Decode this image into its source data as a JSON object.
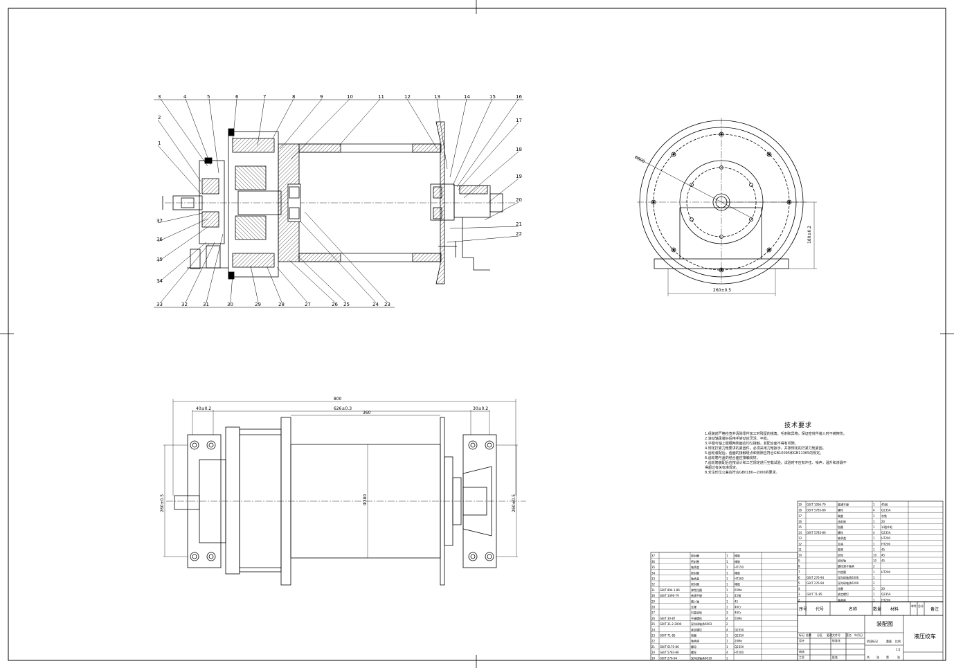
{
  "tech_requirements": {
    "title": "技术要求",
    "lines": [
      "1.组装前严格检查并清除零件加工时残留的锐角、毛刺和异物。保证密封件装入时不被擦伤。",
      "2.滚动轴承装好后用手转动应灵活、平稳。",
      "3.平键与轴上键槽两侧面应均匀接触，其配合面不得有间隙。",
      "4.规定拧紧力矩要求的紧固件，必须采用力矩扳手，并按规定的拧紧力矩紧固。",
      "5.齿轮装配后，齿面的接触斑点和侧隙应符合GB10095和GB11365的规定。",
      "6.齿轮箱与盖的结合面应接触良好。",
      "7.齿轮箱装配后应按设计和工艺规定进行空载试验。试验时不应有冲击、噪声，温升和渗漏不",
      "得超过有关标准规定。",
      "8.未注形位公差应符合GB0180—2000的要求。"
    ]
  },
  "balloons_top": [
    "3",
    "4",
    "5",
    "6",
    "7",
    "8",
    "9",
    "10",
    "11",
    "12",
    "13",
    "14",
    "15",
    "16"
  ],
  "balloons_right": [
    "17",
    "18",
    "19",
    "20",
    "21",
    "22"
  ],
  "balloons_left": [
    "2",
    "1",
    "37",
    "36",
    "35",
    "34"
  ],
  "balloons_bottom": [
    "33",
    "32",
    "31",
    "30",
    "29",
    "28",
    "27",
    "26",
    "25",
    "24",
    "23"
  ],
  "dimensions": {
    "front_phi": "Φ600",
    "front_height": "180±0.2",
    "front_width": "260±0.5",
    "top_total": "800",
    "top_left": "40±0.2",
    "top_mid": "626±0.3",
    "top_drum": "360",
    "top_right": "30±0.2",
    "top_left_height": "260±0.5",
    "top_right_height": "260±0.5",
    "drum_dia": "Φ380"
  },
  "title_block": {
    "drawing_name": "装配图",
    "product_name": "液压绞车",
    "header": [
      "序号",
      "代号",
      "名称",
      "数量",
      "材料",
      "单件",
      "总计",
      "备注"
    ],
    "weight_label": "重量",
    "scale_label": "比例",
    "scale_value": "1:5",
    "labels": [
      "标记",
      "处数",
      "分区",
      "更改文件号",
      "签名",
      "年月日",
      "设计",
      "标准化",
      "阶段标记",
      "审核",
      "工艺",
      "批准",
      "共",
      "张",
      "第",
      "张"
    ]
  },
  "bom_right": [
    [
      "19",
      "GB/T 1096-79",
      "普通平键",
      "1",
      "45钢",
      ""
    ],
    [
      "18",
      "GB/T 5783-86",
      "螺栓",
      "4",
      "Q235A",
      ""
    ],
    [
      "17",
      "",
      "端盖",
      "1",
      "灰铁",
      ""
    ],
    [
      "16",
      "",
      "油封座",
      "1",
      "20",
      ""
    ],
    [
      "15",
      "",
      "毡圈",
      "1",
      "半粗羊毛",
      ""
    ],
    [
      "14",
      "GB/T 5783-86",
      "螺栓",
      "4",
      "Q235A",
      ""
    ],
    [
      "13",
      "",
      "轴承盖",
      "1",
      "HT200",
      ""
    ],
    [
      "12",
      "",
      "支座",
      "1",
      "HT200",
      ""
    ],
    [
      "11",
      "",
      "卷筒",
      "1",
      "45",
      ""
    ],
    [
      "10",
      "",
      "齿轮",
      "10",
      "45",
      ""
    ],
    [
      "9",
      "",
      "齿轮轴",
      "10",
      "45",
      ""
    ],
    [
      "8",
      "",
      "圆柱滚子轴承",
      "2",
      "",
      ""
    ],
    [
      "7",
      "",
      "内齿圈",
      "1",
      "HT200",
      ""
    ],
    [
      "6",
      "GB/T 276-94",
      "深沟球轴承6306",
      "1",
      "",
      ""
    ],
    [
      "5",
      "GB/T 276-94",
      "深沟球轴承6209",
      "2",
      "",
      ""
    ],
    [
      "4",
      "",
      "油塞",
      "1",
      "20",
      ""
    ],
    [
      "3",
      "GB/T 71-85",
      "紧定螺钉",
      "1",
      "Q235A",
      ""
    ],
    [
      "2",
      "",
      "轴承座",
      "1",
      "HT200",
      ""
    ]
  ],
  "bom_left": [
    [
      "37",
      "",
      "密封圈",
      "1",
      "橡胶",
      ""
    ],
    [
      "36",
      "",
      "密封圈",
      "1",
      "橡胶",
      ""
    ],
    [
      "35",
      "",
      "轴承盖",
      "1",
      "HT150",
      ""
    ],
    [
      "34",
      "",
      "密封圈",
      "1",
      "橡胶",
      ""
    ],
    [
      "33",
      "",
      "轴承盖",
      "1",
      "HT200",
      ""
    ],
    [
      "32",
      "",
      "密封圈",
      "1",
      "橡胶",
      ""
    ],
    [
      "31",
      "GB/T 894.1-86",
      "弹性挡圈",
      "1",
      "65Mn",
      ""
    ],
    [
      "30",
      "GB/T 1096-79",
      "普通平键",
      "1",
      "45钢",
      ""
    ],
    [
      "29",
      "",
      "输入轴",
      "1",
      "45",
      ""
    ],
    [
      "28",
      "",
      "支撑",
      "1",
      "40Cr",
      ""
    ],
    [
      "27",
      "",
      "行星齿轮",
      "3",
      "40Cr",
      ""
    ],
    [
      "26",
      "GB/T 30-87",
      "平键螺栓",
      "4",
      "65Mn",
      ""
    ],
    [
      "25",
      "GB/T 31.2-2000",
      "深沟球轴承6003",
      "2",
      "",
      ""
    ],
    [
      "24",
      "",
      "紧定螺钉",
      "4",
      "Q235A",
      ""
    ],
    [
      "23",
      "GB/T 71-85",
      "垫圈",
      "1",
      "Q235A",
      ""
    ],
    [
      "22",
      "",
      "轴承座",
      "1",
      "20Mn",
      ""
    ],
    [
      "21",
      "GB/T 6170-86",
      "螺母",
      "1",
      "Q235A",
      ""
    ],
    [
      "20",
      "GB/T 5783-86",
      "螺栓",
      "4",
      "HT200",
      ""
    ],
    [
      "19",
      "GB/T 276-94",
      "深沟球轴承6010",
      "1",
      "",
      ""
    ]
  ]
}
